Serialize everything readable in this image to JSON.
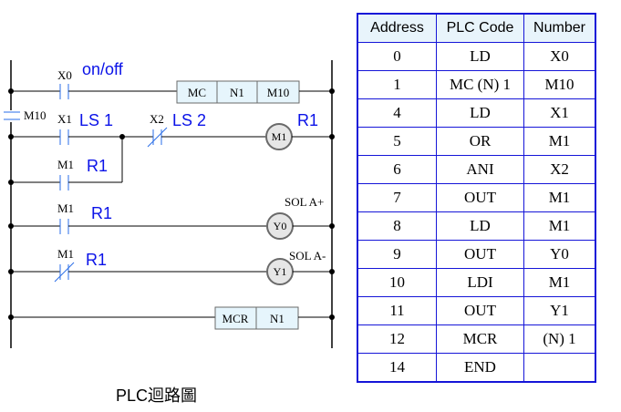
{
  "colors": {
    "rail": "#000000",
    "contact": "#2a6ee8",
    "annotation": "#0a12e8",
    "box_fill": "#e6f5fc",
    "box_stroke": "#6a6a6a",
    "coil_fill": "#e6e6e6",
    "coil_stroke": "#6a6a6a",
    "table_border": "#1515d8",
    "table_header_bg": "#e8f4fb"
  },
  "ladder": {
    "rungs": [
      {
        "id": "rung-mc",
        "contact": {
          "label": "X0",
          "type": "NO"
        },
        "annotation": "on/off",
        "instruction_box": [
          "MC",
          "N1",
          "M10"
        ]
      },
      {
        "id": "rung-m1",
        "mc_contact_label": "M10",
        "contacts": [
          {
            "label": "X1",
            "type": "NO",
            "annotation": "LS 1"
          },
          {
            "label": "X2",
            "type": "NC",
            "annotation": "LS 2"
          }
        ],
        "coil": {
          "label": "M1",
          "annotation": "R1"
        }
      },
      {
        "id": "rung-m1-branch",
        "contact": {
          "label": "M1",
          "type": "NO"
        },
        "annotation": "R1"
      },
      {
        "id": "rung-y0",
        "contact": {
          "label": "M1",
          "type": "NO"
        },
        "annotation": "R1",
        "coil": {
          "label": "Y0",
          "annotation": "SOL A+"
        }
      },
      {
        "id": "rung-y1",
        "contact": {
          "label": "M1",
          "type": "NC"
        },
        "annotation": "R1",
        "coil": {
          "label": "Y1",
          "annotation": "SOL A-"
        }
      },
      {
        "id": "rung-mcr",
        "instruction_box": [
          "MCR",
          "N1"
        ]
      }
    ]
  },
  "caption": "PLC迴路圖",
  "table": {
    "headers": [
      "Address",
      "PLC Code",
      "Number"
    ],
    "rows": [
      [
        "0",
        "LD",
        "X0"
      ],
      [
        "1",
        "MC (N) 1",
        "M10"
      ],
      [
        "4",
        "LD",
        "X1"
      ],
      [
        "5",
        "OR",
        "M1"
      ],
      [
        "6",
        "ANI",
        "X2"
      ],
      [
        "7",
        "OUT",
        "M1"
      ],
      [
        "8",
        "LD",
        "M1"
      ],
      [
        "9",
        "OUT",
        "Y0"
      ],
      [
        "10",
        "LDI",
        "M1"
      ],
      [
        "11",
        "OUT",
        "Y1"
      ],
      [
        "12",
        "MCR",
        "(N) 1"
      ],
      [
        "14",
        "END",
        ""
      ]
    ]
  }
}
